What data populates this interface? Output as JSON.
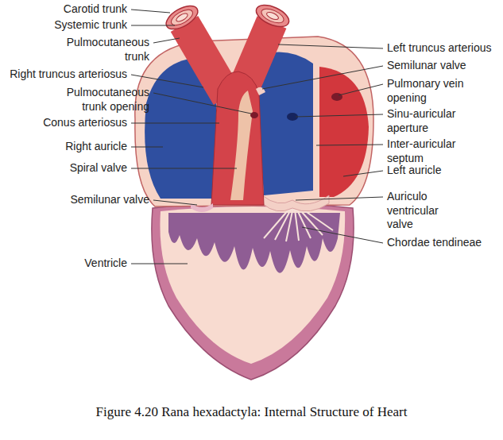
{
  "diagram": {
    "caption": "Figure 4.20 Rana hexadactyla: Internal Structure of Heart",
    "labels": [
      "Carotid trunk",
      "Systemic trunk",
      "Pulmocutaneous trunk",
      "Right truncus arteriosus",
      "Pulmocutaneous trunk opening",
      "Conus arteriosus",
      "Right auricle",
      "Spiral valve",
      "Semilunar valve",
      "Ventricle",
      "Left truncus arterious",
      "Semilunar valve",
      "Pulmonary vein opening",
      "Sinu-auricular aperture",
      "Inter-auricular septum",
      "Left auricle",
      "Auriculo ventricular valve",
      "Chordae tendineae"
    ]
  }
}
